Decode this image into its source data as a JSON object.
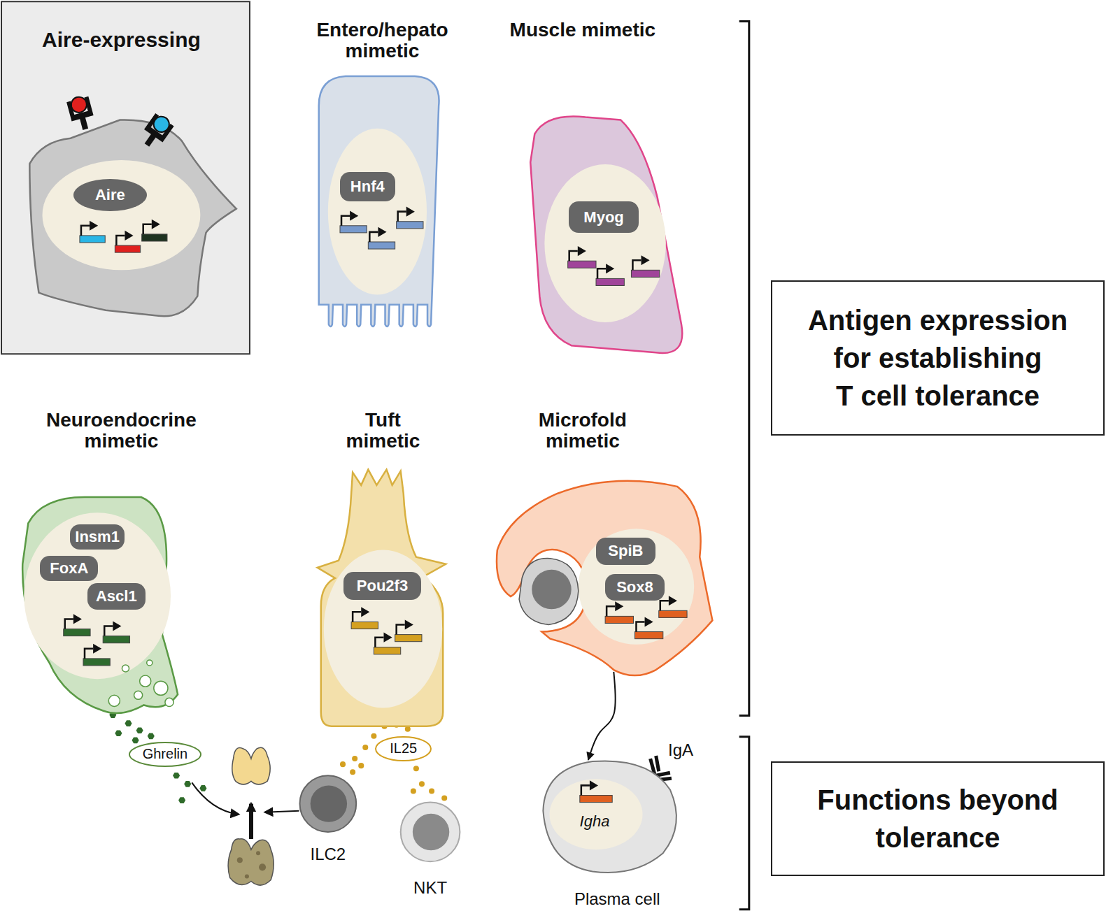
{
  "diagram": {
    "nodes": [
      {
        "text": [
          "Aire-expressing"
        ]
      },
      {
        "text": [
          "Aire"
        ],
        "in": 0
      },
      {
        "text": [
          "Entero/hepato mimetic"
        ]
      },
      {
        "text": [
          "Hnf4"
        ],
        "in": 2
      },
      {
        "text": [
          "Muscle mimetic"
        ]
      },
      {
        "text": [
          "Myog"
        ],
        "in": 4
      },
      {
        "text": [
          "Neuroendocrine mimetic"
        ]
      },
      {
        "text": [
          "Insm1"
        ],
        "in": 6
      },
      {
        "text": [
          "FoxA"
        ],
        "in": 6
      },
      {
        "text": [
          "Ascl1"
        ],
        "in": 6
      },
      {
        "text": [
          "Tuft mimetic"
        ]
      },
      {
        "text": [
          "Pou2f3"
        ],
        "in": 10
      },
      {
        "text": [
          "Microfold mimetic"
        ]
      },
      {
        "text": [
          "SpiB"
        ],
        "in": 12
      },
      {
        "text": [
          "Sox8"
        ],
        "in": 12
      },
      {
        "text": [
          "Ghrelin"
        ]
      },
      {
        "text": [
          "IL25"
        ]
      },
      {
        "text": [
          "ILC2"
        ]
      },
      {
        "text": [
          "NKT"
        ]
      },
      {
        "text": [
          "Igha",
          "Plasma cell"
        ]
      },
      {
        "text": [
          "Antigen expression for establishing T cell tolerance"
        ]
      },
      {
        "text": [
          "Functions beyond tolerance"
        ]
      }
    ],
    "edges": [
      {
        "from": 12,
        "to": 19,
        "arrow": "to"
      }
    ],
    "labels": [
      "IgA"
    ]
  }
}
